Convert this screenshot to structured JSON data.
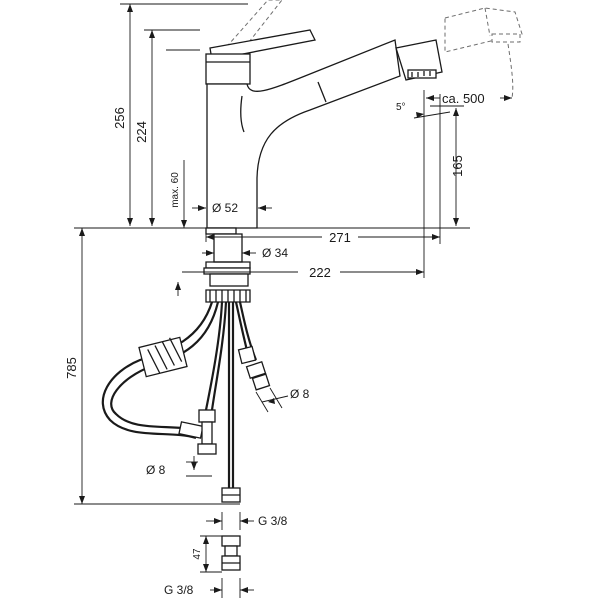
{
  "dimensions": {
    "d256": "256",
    "d224": "224",
    "max60": "max. 60",
    "d52": "Ø 52",
    "d34": "Ø 34",
    "d271": "271",
    "d222": "222",
    "d165": "165",
    "angle5": "5°",
    "ca500": "ca. 500",
    "d785": "785",
    "d8a": "Ø 8",
    "d8b": "Ø 8",
    "g38top": "G 3/8",
    "g38bottom": "G 3/8",
    "d47": "47"
  }
}
